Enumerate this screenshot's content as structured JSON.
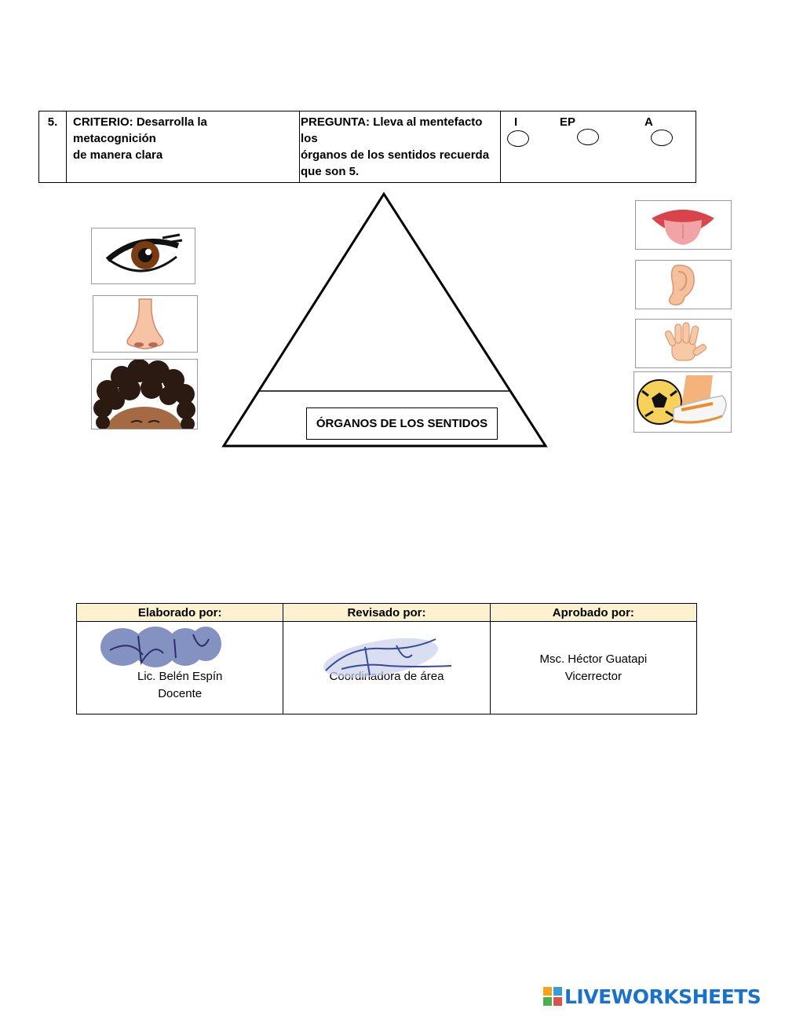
{
  "criteria": {
    "number": "5.",
    "criterio_lines": [
      "CRITERIO:  Desarrolla la",
      "metacognición",
      "de manera clara"
    ],
    "pregunta_lines": [
      "PREGUNTA:  Lleva al mentefacto los",
      "órganos de los sentidos recuerda",
      "que son 5."
    ],
    "ratings": [
      "I",
      "EP",
      "A"
    ]
  },
  "images": {
    "left": [
      "eye-image",
      "nose-image",
      "curly-hair-image"
    ],
    "right": [
      "tongue-image",
      "ear-image",
      "hand-image",
      "foot-ball-image"
    ]
  },
  "pyramid": {
    "label": "ÓRGANOS DE LOS SENTIDOS"
  },
  "signatures": {
    "headers": [
      "Elaborado por:",
      "Revisado por:",
      "Aprobado por:"
    ],
    "elaborado": [
      "Lic. Belén Espín",
      "Docente"
    ],
    "revisado": [
      "Coordinadora de área"
    ],
    "aprobado": [
      "Msc. Héctor Guatapi",
      "Vicerrector"
    ]
  },
  "footer": {
    "brand": "LIVEWORKSHEETS"
  },
  "colors": {
    "header_bg": "#fdf2cf",
    "brand_blue": "#1a73c9",
    "signature_ink": "#3a4a9a"
  }
}
